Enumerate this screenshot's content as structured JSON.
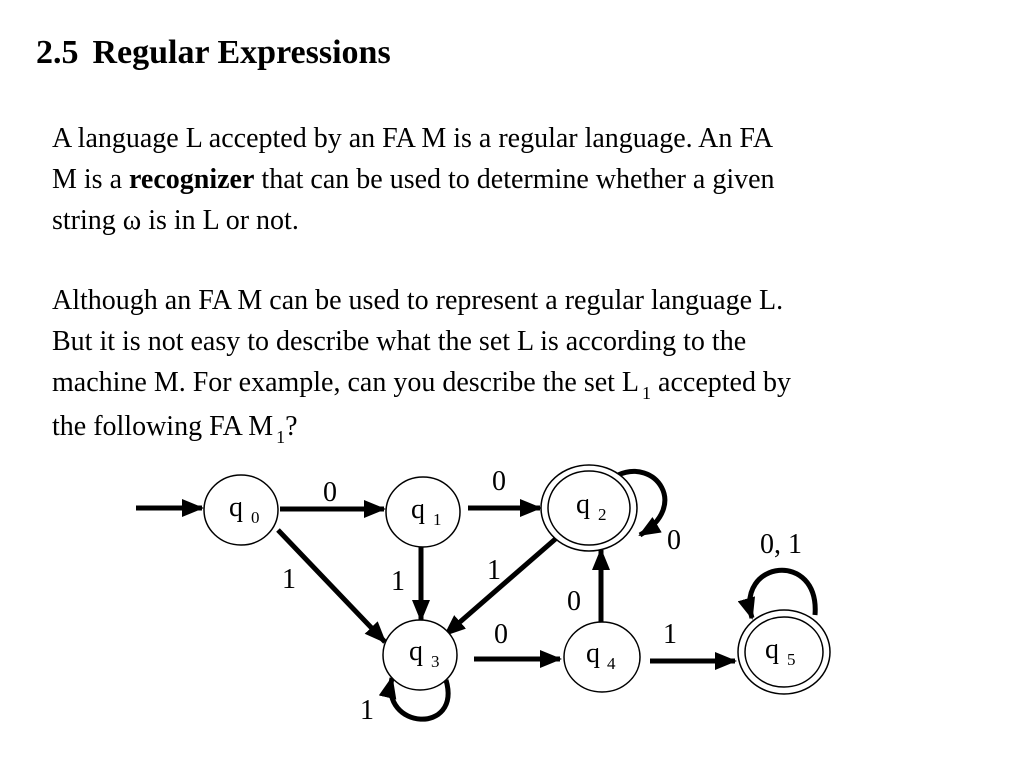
{
  "slide": {
    "section_number": "2.5",
    "section_title": "Regular Expressions",
    "paragraph1": {
      "line1": "A language L accepted by an FA M is a regular language.  An FA",
      "line2_pre": "M is a ",
      "line2_bold": "recognizer",
      "line2_post": " that can be used to determine whether a given",
      "line3": "string ω is in L or not."
    },
    "paragraph2": {
      "line1": "Although an FA M can be used to represent a regular language L.",
      "line2": "But it is not easy to describe what the set L is according to the",
      "line3_pre": "machine M.  For example, can you describe the set L",
      "line3_sub": "1",
      "line3_post": " accepted by",
      "line4_pre": "the following FA M",
      "line4_sub": "1",
      "line4_post": "?"
    }
  },
  "diagram": {
    "states": [
      {
        "id": "q0",
        "letter": "q",
        "index": "0",
        "accepting": false
      },
      {
        "id": "q1",
        "letter": "q",
        "index": "1",
        "accepting": false
      },
      {
        "id": "q2",
        "letter": "q",
        "index": "2",
        "accepting": true
      },
      {
        "id": "q3",
        "letter": "q",
        "index": "3",
        "accepting": false
      },
      {
        "id": "q4",
        "letter": "q",
        "index": "4",
        "accepting": false
      },
      {
        "id": "q5",
        "letter": "q",
        "index": "5",
        "accepting": true
      }
    ],
    "transitions": [
      {
        "from": "q0",
        "to": "q1",
        "label": "0"
      },
      {
        "from": "q0",
        "to": "q3",
        "label": "1"
      },
      {
        "from": "q1",
        "to": "q2",
        "label": "0"
      },
      {
        "from": "q1",
        "to": "q3",
        "label": "1"
      },
      {
        "from": "q2",
        "to": "q2",
        "label": "0"
      },
      {
        "from": "q2",
        "to": "q3",
        "label": "1"
      },
      {
        "from": "q3",
        "to": "q3",
        "label": "1"
      },
      {
        "from": "q3",
        "to": "q4",
        "label": "0"
      },
      {
        "from": "q4",
        "to": "q2",
        "label": "0"
      },
      {
        "from": "q4",
        "to": "q5",
        "label": "1"
      },
      {
        "from": "q5",
        "to": "q5",
        "label": "0, 1"
      }
    ]
  }
}
